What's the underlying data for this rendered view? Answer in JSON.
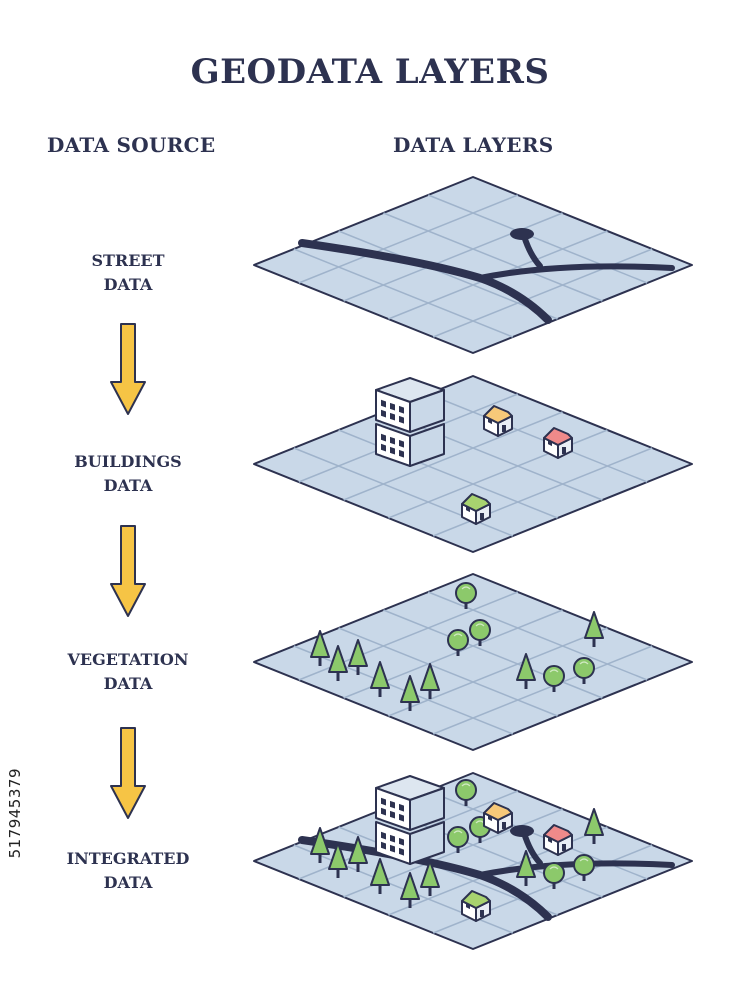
{
  "title": "GEODATA LAYERS",
  "columns": {
    "source": "DATA SOURCE",
    "layers": "DATA LAYERS"
  },
  "layers": [
    {
      "line1": "STREET",
      "line2": "DATA"
    },
    {
      "line1": "BUILDINGS",
      "line2": "DATA"
    },
    {
      "line1": "VEGETATION",
      "line2": "DATA"
    },
    {
      "line1": "INTEGRATED",
      "line2": "DATA"
    }
  ],
  "stock_id": "517945379",
  "colors": {
    "text": "#2d3250",
    "plane": "#c9d8e8",
    "grid": "#9fb3cb",
    "road": "#2d3250",
    "arrow": "#f6c445",
    "tree": "#8cc96b",
    "roof_green": "#a8d36f",
    "roof_orange": "#f7c979",
    "roof_red": "#ef8a8a"
  }
}
